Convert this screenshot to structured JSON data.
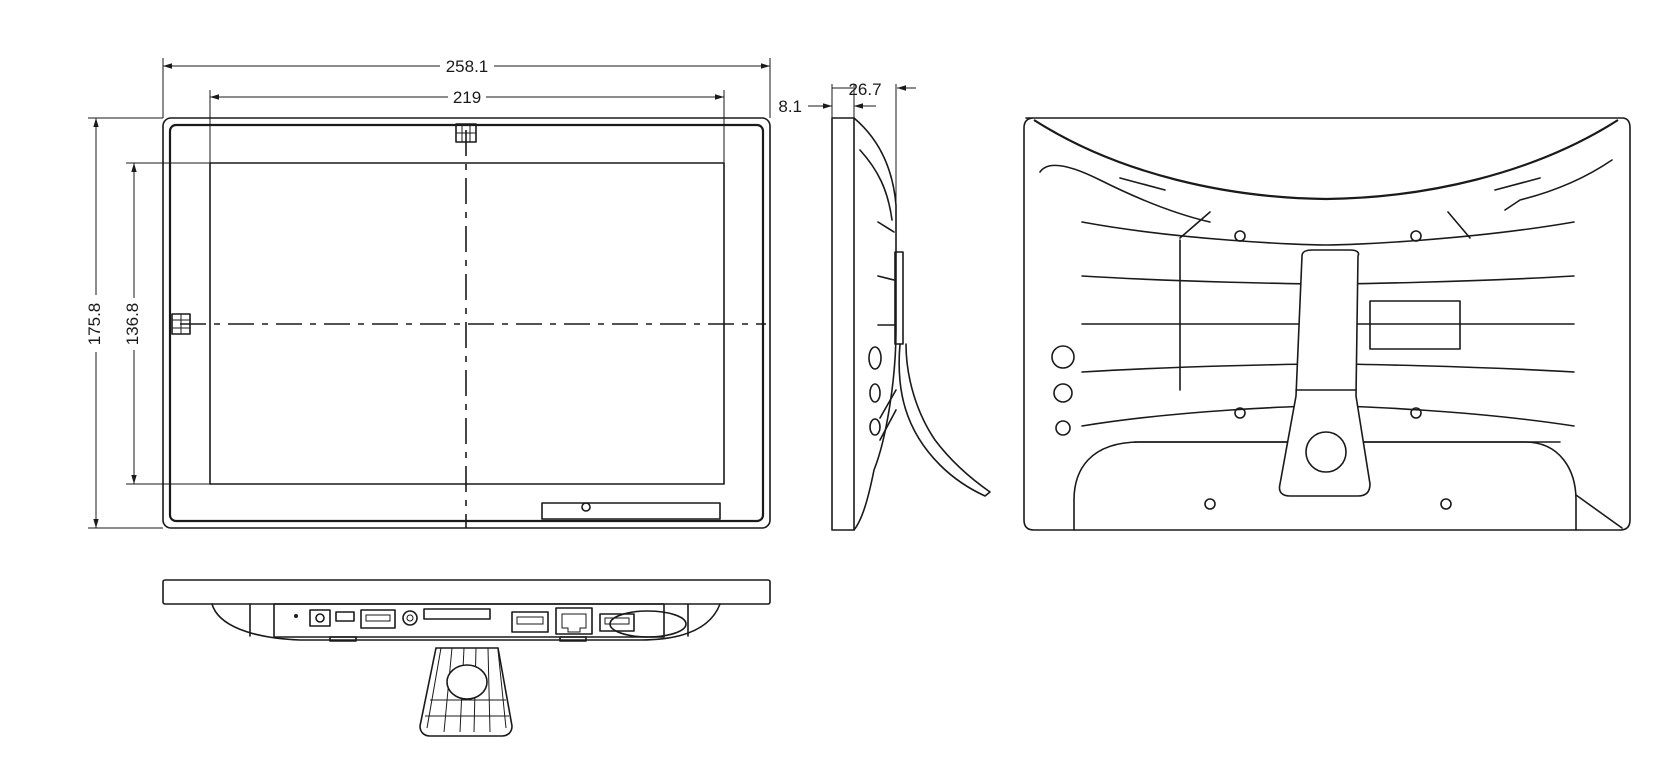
{
  "dimensions": {
    "overall_width": "258.1",
    "screen_width": "219",
    "overall_height": "175.8",
    "screen_height": "136.8",
    "side_thickness": "8.1",
    "side_depth": "26.7"
  },
  "colors": {
    "line": "#1a1a1a",
    "background": "#ffffff"
  }
}
